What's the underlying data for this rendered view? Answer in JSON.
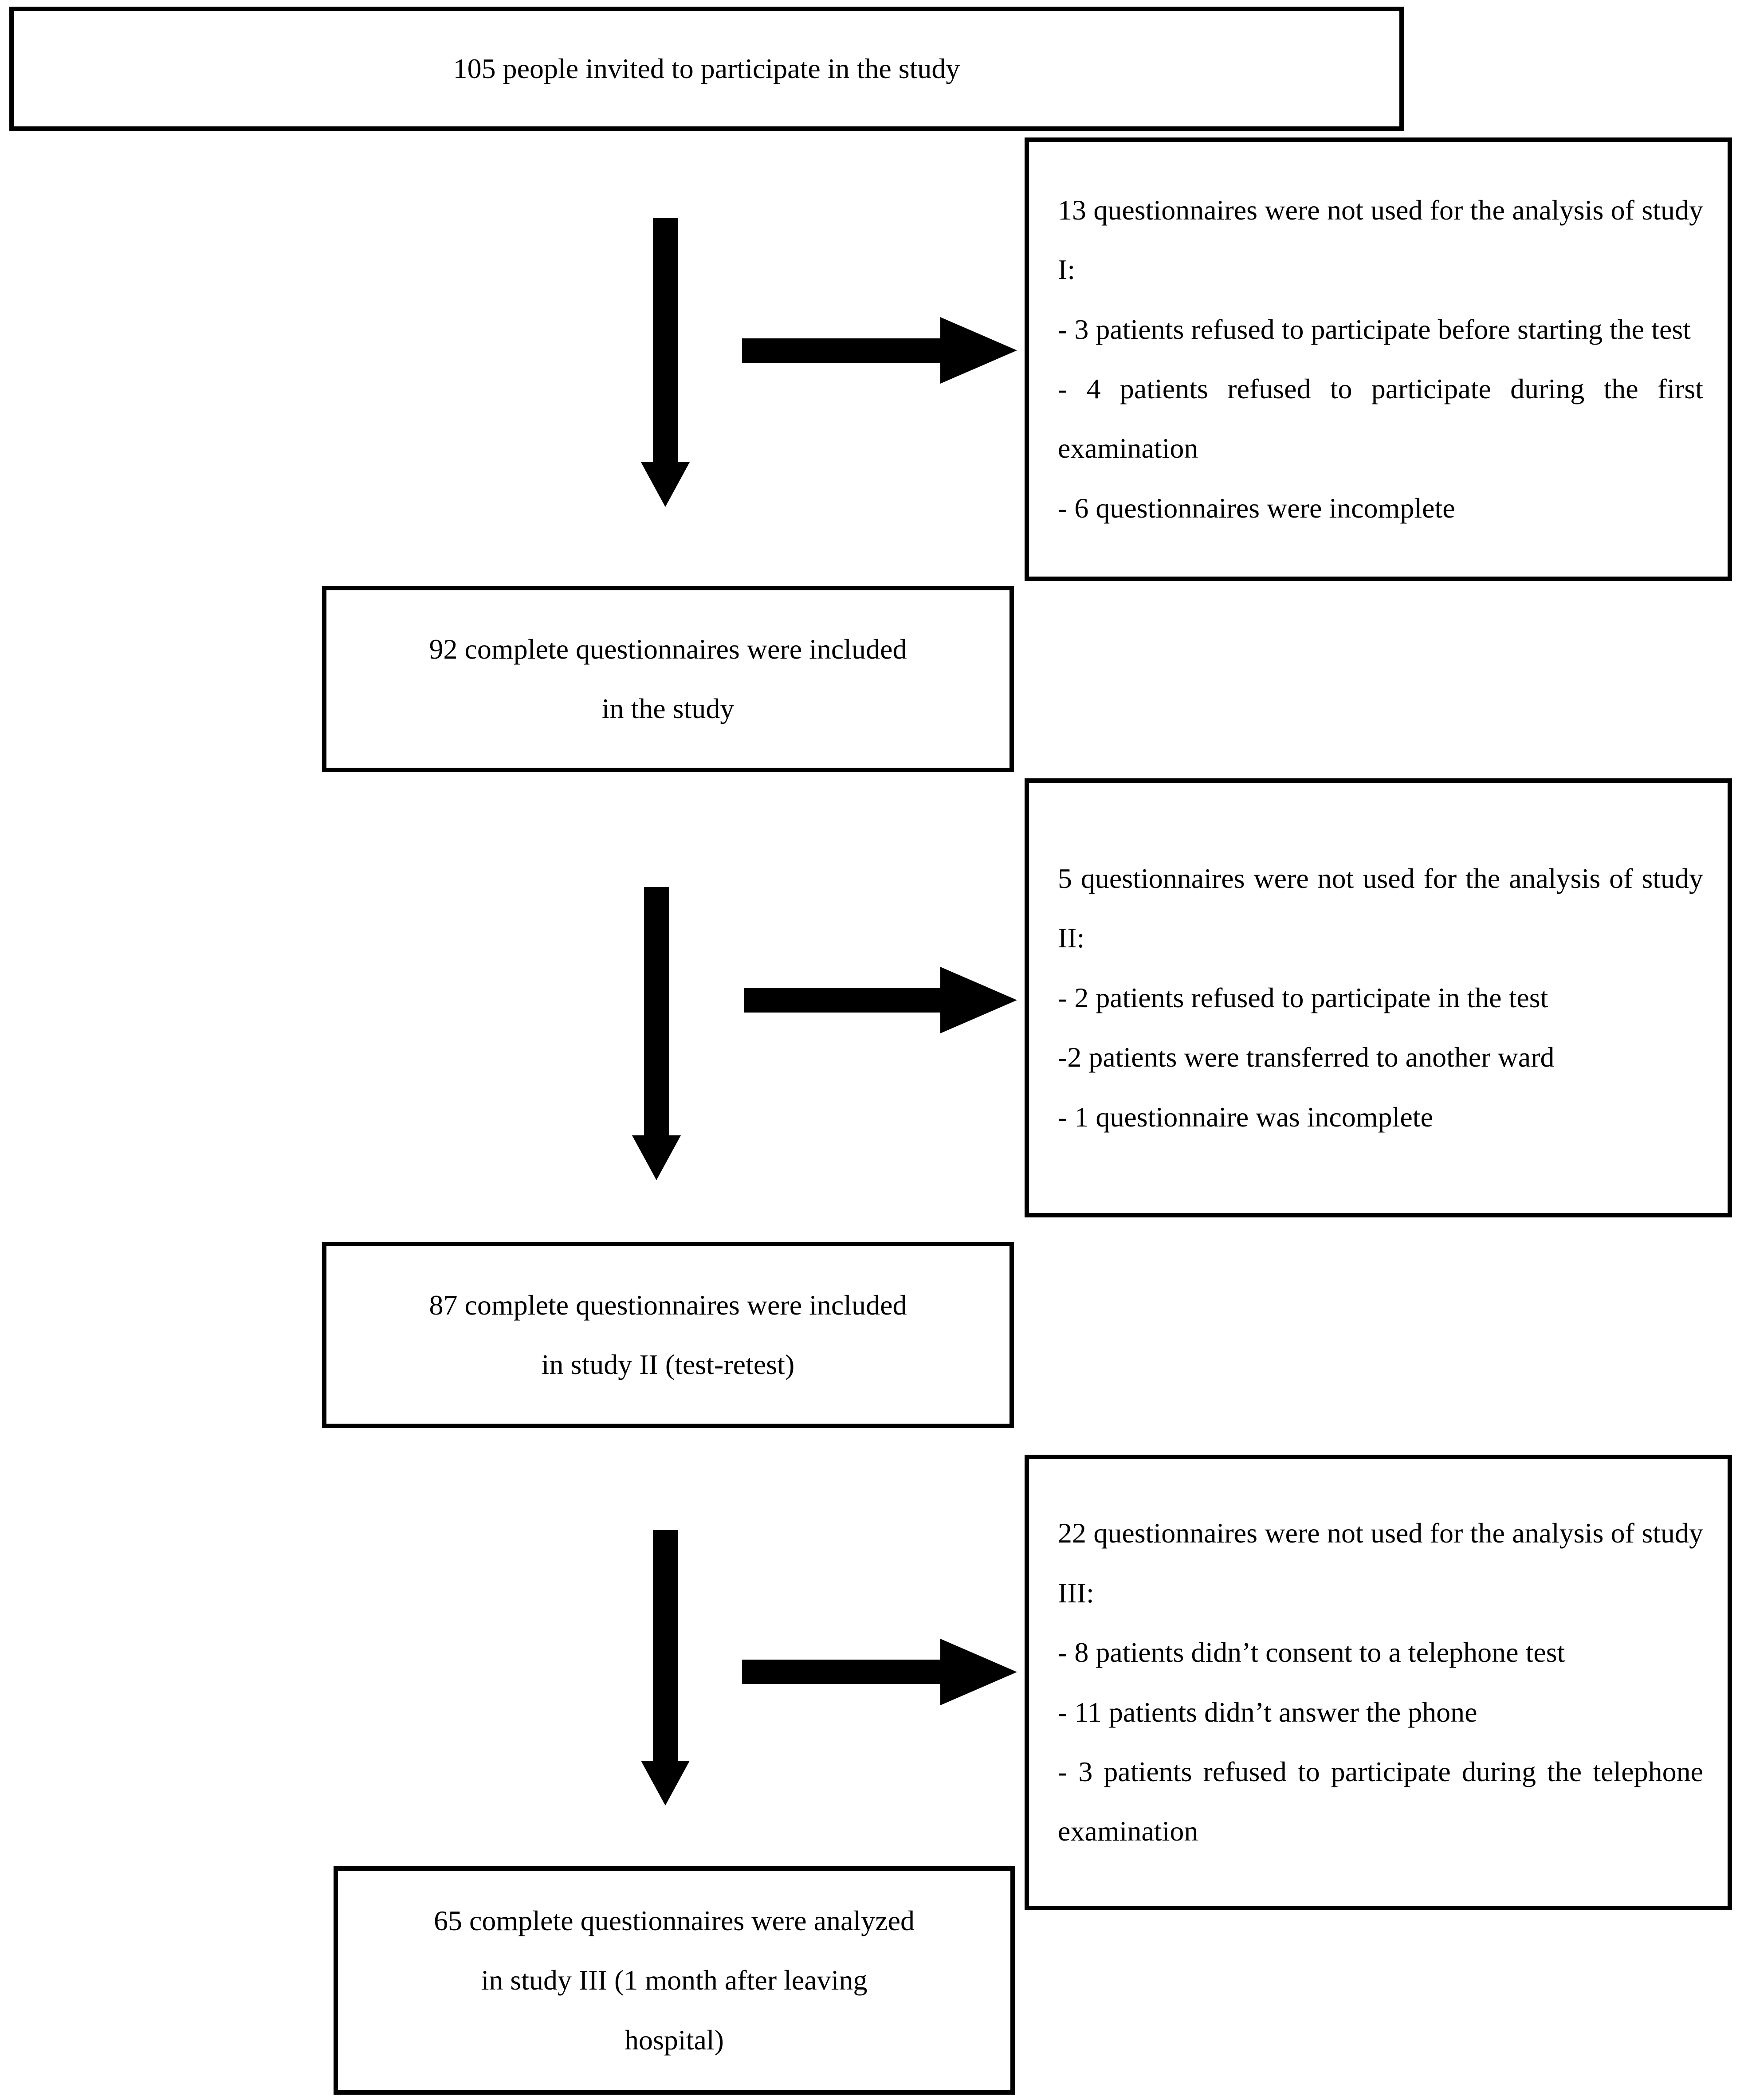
{
  "colors": {
    "ink": "#000000",
    "background": "#ffffff"
  },
  "icons": {
    "down_arrow": "css-triangle-down",
    "right_arrow": "css-triangle-right"
  },
  "flowchart": {
    "invited": {
      "text": "105 people invited to participate in the study"
    },
    "excluded_study1": {
      "lines": [
        "13 questionnaires were not used for the analysis of study I:",
        "- 3 patients refused to participate before starting the test",
        "- 4 patients refused to participate during the first examination",
        "- 6 questionnaires were incomplete"
      ]
    },
    "included_study1": {
      "lines": [
        "92 complete questionnaires were included",
        "in the study"
      ]
    },
    "excluded_study2": {
      "lines": [
        "5 questionnaires were not used for the analysis of study II:",
        "- 2 patients refused to participate in the test",
        "-2 patients were transferred to another ward",
        "- 1 questionnaire was incomplete"
      ]
    },
    "included_study2": {
      "lines": [
        "87 complete questionnaires were included",
        "in study II (test-retest)"
      ]
    },
    "excluded_study3": {
      "lines": [
        "22 questionnaires were not used for the analysis of study III:",
        "- 8 patients didn’t consent to a telephone test",
        "- 11 patients didn’t answer the phone",
        "- 3 patients refused to participate during the telephone examination"
      ]
    },
    "analyzed_study3": {
      "lines": [
        "65 complete questionnaires were analyzed",
        "in study III (1 month after leaving",
        "hospital)"
      ]
    }
  }
}
